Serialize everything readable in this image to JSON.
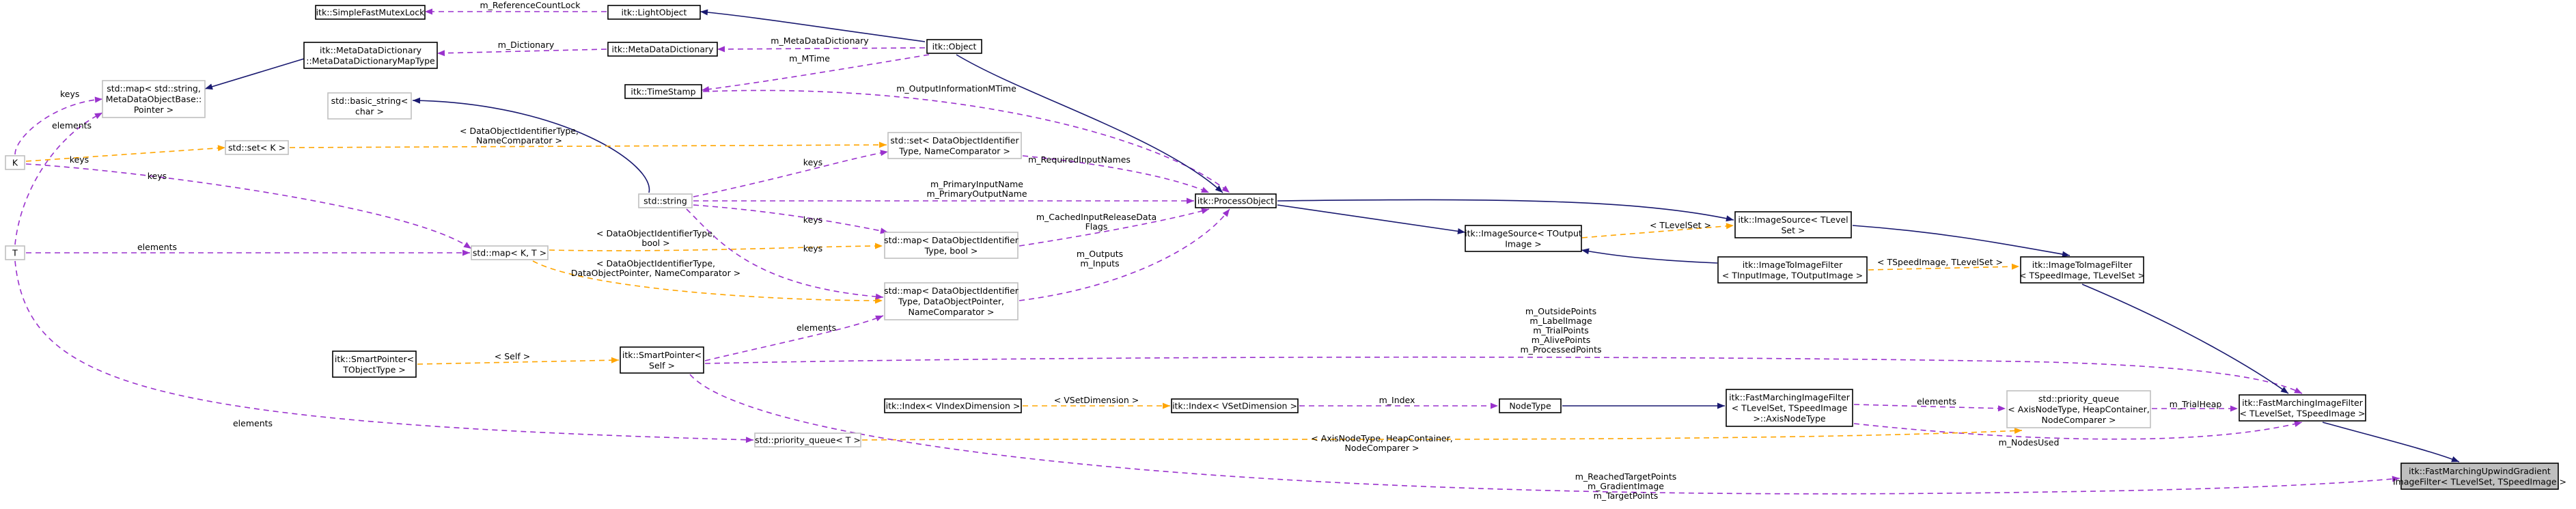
{
  "diagram": {
    "nodes": [
      {
        "id": "mutexlock",
        "lines": [
          "itk::SimpleFastMutexLock"
        ]
      },
      {
        "id": "lightobject",
        "lines": [
          "itk::LightObject"
        ]
      },
      {
        "id": "mddict_maptype",
        "lines": [
          "itk::MetaDataDictionary",
          "::MetaDataDictionaryMapType"
        ]
      },
      {
        "id": "mddict",
        "lines": [
          "itk::MetaDataDictionary"
        ]
      },
      {
        "id": "object",
        "lines": [
          "itk::Object"
        ]
      },
      {
        "id": "map_string_mdobj",
        "lines": [
          "std::map< std::string,",
          "MetaDataObjectBase::",
          "Pointer >"
        ]
      },
      {
        "id": "timestamp",
        "lines": [
          "itk::TimeStamp"
        ]
      },
      {
        "id": "basic_string",
        "lines": [
          "std::basic_string<",
          "char >"
        ]
      },
      {
        "id": "k",
        "lines": [
          "K"
        ]
      },
      {
        "id": "set_k",
        "lines": [
          "std::set< K >"
        ]
      },
      {
        "id": "set_doi",
        "lines": [
          "std::set< DataObjectIdentifier",
          "Type, NameComparator >"
        ]
      },
      {
        "id": "std_string",
        "lines": [
          "std::string"
        ]
      },
      {
        "id": "processobject",
        "lines": [
          "itk::ProcessObject"
        ]
      },
      {
        "id": "imagesource_tlevelset",
        "lines": [
          "itk::ImageSource< TLevel",
          "Set >"
        ]
      },
      {
        "id": "imagesource_toutput",
        "lines": [
          "itk::ImageSource< TOutput",
          "Image >"
        ]
      },
      {
        "id": "t",
        "lines": [
          "T"
        ]
      },
      {
        "id": "map_kt",
        "lines": [
          "std::map< K, T >"
        ]
      },
      {
        "id": "map_doi_bool",
        "lines": [
          "std::map< DataObjectIdentifier",
          "Type, bool >"
        ]
      },
      {
        "id": "imagetoimage_tinput",
        "lines": [
          "itk::ImageToImageFilter",
          "< TInputImage, TOutputImage >"
        ]
      },
      {
        "id": "imagetoimage_tspeed",
        "lines": [
          "itk::ImageToImageFilter",
          "< TSpeedImage, TLevelSet >"
        ]
      },
      {
        "id": "map_doi_ptr",
        "lines": [
          "std::map< DataObjectIdentifier",
          "Type, DataObjectPointer,",
          "NameComparator >"
        ]
      },
      {
        "id": "smartpointer_tobj",
        "lines": [
          "itk::SmartPointer<",
          "TObjectType >"
        ]
      },
      {
        "id": "smartpointer_self",
        "lines": [
          "itk::SmartPointer<",
          "Self >"
        ]
      },
      {
        "id": "index_vindex",
        "lines": [
          "itk::Index< VIndexDimension >"
        ]
      },
      {
        "id": "index_vset",
        "lines": [
          "itk::Index< VSetDimension >"
        ]
      },
      {
        "id": "nodetype",
        "lines": [
          "NodeType"
        ]
      },
      {
        "id": "fmm_axisnode",
        "lines": [
          "itk::FastMarchingImageFilter",
          "< TLevelSet, TSpeedImage",
          ">::AxisNodeType"
        ]
      },
      {
        "id": "pq_axisnode",
        "lines": [
          "std::priority_queue",
          "< AxisNodeType, HeapContainer,",
          "NodeComparer >"
        ]
      },
      {
        "id": "fmm_filter",
        "lines": [
          "itk::FastMarchingImageFilter",
          "< TLevelSet, TSpeedImage >"
        ]
      },
      {
        "id": "pq_t",
        "lines": [
          "std::priority_queue< T >"
        ]
      },
      {
        "id": "fmm_upwind",
        "lines": [
          "itk::FastMarchingUpwindGradient",
          "ImageFilter< TLevelSet, TSpeedImage >"
        ]
      }
    ],
    "edges": [
      {
        "id": "e_mutex_light",
        "labels": [
          "m_ReferenceCountLock"
        ]
      },
      {
        "id": "e_light_object",
        "labels": []
      },
      {
        "id": "e_maptype_mddict",
        "labels": [
          "m_Dictionary"
        ]
      },
      {
        "id": "e_mddict_object",
        "labels": [
          "m_MetaDataDictionary"
        ]
      },
      {
        "id": "e_timestamp_object",
        "labels": [
          "m_MTime"
        ]
      },
      {
        "id": "e_map_maptype",
        "labels": []
      },
      {
        "id": "e_k_map_string",
        "labels": [
          "keys"
        ]
      },
      {
        "id": "e_t_map_string",
        "labels": [
          "elements"
        ]
      },
      {
        "id": "e_basic_stdstring",
        "labels": []
      },
      {
        "id": "e_k_set",
        "labels": [
          "keys"
        ]
      },
      {
        "id": "e_set_setdoi",
        "labels": [
          "< DataObjectIdentifierType,",
          "NameComparator >"
        ]
      },
      {
        "id": "e_stdstring_setdoi",
        "labels": [
          "keys"
        ]
      },
      {
        "id": "e_setdoi_process",
        "labels": [
          "m_RequiredInputNames"
        ]
      },
      {
        "id": "e_stdstring_process",
        "labels": [
          "m_PrimaryInputName",
          "m_PrimaryOutputName"
        ]
      },
      {
        "id": "e_timestamp_process",
        "labels": [
          "m_OutputInformationMTime"
        ]
      },
      {
        "id": "e_object_process",
        "labels": []
      },
      {
        "id": "e_process_imgsrc_tlevel",
        "labels": []
      },
      {
        "id": "e_process_imgsrc_tout",
        "labels": []
      },
      {
        "id": "e_imgsrc_tout_tlevel",
        "labels": [
          "< TLevelSet >"
        ]
      },
      {
        "id": "e_k_mapkt",
        "labels": [
          "keys"
        ]
      },
      {
        "id": "e_t_mapkt",
        "labels": [
          "elements"
        ]
      },
      {
        "id": "e_mapkt_mapbool",
        "labels": [
          "< DataObjectIdentifierType,",
          "bool >"
        ]
      },
      {
        "id": "e_stdstring_mapbool",
        "labels": [
          "keys"
        ]
      },
      {
        "id": "e_mapbool_process",
        "labels": [
          "m_CachedInputReleaseData",
          "Flags"
        ]
      },
      {
        "id": "e_imgsrc_tout_i2i_tinput",
        "labels": []
      },
      {
        "id": "e_i2i_tinput_i2i_tspeed",
        "labels": [
          "< TSpeedImage, TLevelSet >"
        ]
      },
      {
        "id": "e_imgsrc_tlevel_i2i_tspeed",
        "labels": []
      },
      {
        "id": "e_mapkt_mapptr",
        "labels": [
          "< DataObjectIdentifierType,",
          "DataObjectPointer, NameComparator >"
        ]
      },
      {
        "id": "e_stdstring_mapptr",
        "labels": [
          "keys"
        ]
      },
      {
        "id": "e_mapptr_process",
        "labels": [
          "m_Outputs",
          "m_Inputs"
        ]
      },
      {
        "id": "e_smartptr_self_mapptr",
        "labels": [
          "elements"
        ]
      },
      {
        "id": "e_smartptr_t_self",
        "labels": [
          "< Self >"
        ]
      },
      {
        "id": "e_self_fmm",
        "labels": [
          "m_OutsidePoints",
          "m_LabelImage",
          "m_TrialPoints",
          "m_AlivePoints",
          "m_ProcessedPoints"
        ]
      },
      {
        "id": "e_i2i_tspeed_fmm",
        "labels": []
      },
      {
        "id": "e_vindex_vset",
        "labels": [
          "< VSetDimension >"
        ]
      },
      {
        "id": "e_vset_nodetype",
        "labels": [
          "m_Index"
        ]
      },
      {
        "id": "e_nodetype_axisnode",
        "labels": []
      },
      {
        "id": "e_axisnode_pq",
        "labels": [
          "elements"
        ]
      },
      {
        "id": "e_pq_fmm",
        "labels": [
          "m_TrialHeap"
        ]
      },
      {
        "id": "e_axisnode_fmm",
        "labels": [
          "m_NodesUsed"
        ]
      },
      {
        "id": "e_t_pqt",
        "labels": [
          "elements"
        ]
      },
      {
        "id": "e_pqt_pqaxis",
        "labels": [
          "< AxisNodeType, HeapContainer,",
          "NodeComparer >"
        ]
      },
      {
        "id": "e_fmm_upwind",
        "labels": []
      },
      {
        "id": "e_self_upwind",
        "labels": [
          "m_ReachedTargetPoints",
          "m_GradientImage",
          "m_TargetPoints"
        ]
      }
    ]
  }
}
